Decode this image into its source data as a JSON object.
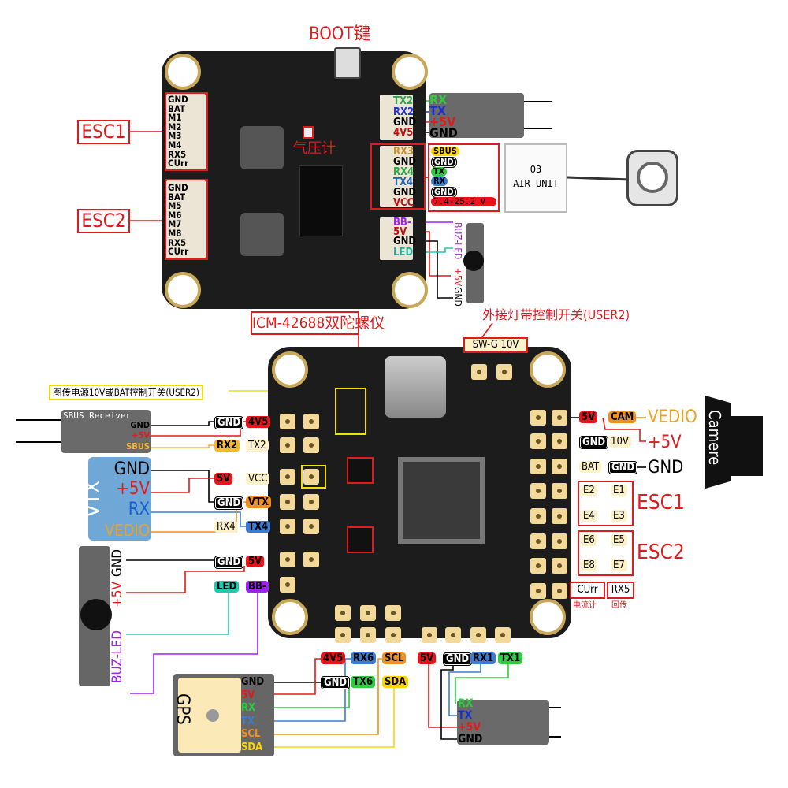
{
  "top_board": {
    "boot_label": "BOOT键",
    "baro_label": "气压计",
    "esc1": {
      "label": "ESC1",
      "pins": [
        "GND",
        "BAT",
        "M1",
        "M2",
        "M3",
        "M4",
        "RX5",
        "CUrr"
      ]
    },
    "esc2": {
      "label": "ESC2",
      "pins": [
        "GND",
        "BAT",
        "M5",
        "M6",
        "M7",
        "M8",
        "RX5",
        "CUrr"
      ]
    },
    "uart2_pins": [
      "TX2",
      "RX2",
      "GND",
      "4V5"
    ],
    "receiver_pins": [
      "RX",
      "TX",
      "+5V",
      "GND"
    ],
    "o3_pins": [
      "RX3",
      "GND",
      "RX4",
      "TX4",
      "GND",
      "VCC"
    ],
    "o3_wires": [
      "SBUS",
      "GND",
      "TX",
      "RX",
      "GND",
      "7.4-25.2 V"
    ],
    "o3_unit": {
      "line1": "O3",
      "line2": "AIR UNIT"
    },
    "buzzer_pins": [
      "BB-",
      "5V",
      "GND",
      "LED"
    ],
    "buzzer_labels": [
      "BUZ-LED",
      "+5V",
      "GND"
    ]
  },
  "bottom_board": {
    "gyro_label": "ICM-42688双陀螺仪",
    "led_switch_label": "外接灯带控制开关(USER2)",
    "sw_pads_label": "SW-G 10V",
    "vtx_switch_label": "图传电源10V或BAT控制开关(USER2)",
    "sbus_receiver": {
      "title": "SBUS Receiver",
      "pins": [
        "GND",
        "+5V",
        "SBUS"
      ]
    },
    "left_pads": [
      [
        "GND",
        "4V5"
      ],
      [
        "RX2",
        "TX2"
      ],
      [
        "5V",
        "VCC"
      ],
      [
        "GND",
        "VTX"
      ],
      [
        "RX4",
        "TX4"
      ],
      [
        "GND",
        "5V"
      ],
      [
        "LED",
        "BB-"
      ]
    ],
    "vtx": {
      "title": "VTX",
      "pins": [
        "GND",
        "+5V",
        "RX",
        "VEDIO"
      ]
    },
    "buzzer_labels": [
      "GND",
      "+5V",
      "BUZ-LED"
    ],
    "right_pads": [
      [
        "5V",
        "CAM"
      ],
      [
        "GND",
        "10V"
      ],
      [
        "BAT",
        "GND"
      ]
    ],
    "camera": {
      "title": "Camere",
      "pins": [
        "VEDIO",
        "+5V",
        "GND"
      ]
    },
    "esc1": {
      "label": "ESC1",
      "pads": [
        "E2",
        "E1",
        "E4",
        "E3"
      ]
    },
    "esc2": {
      "label": "ESC2",
      "pads": [
        "E6",
        "E5",
        "E8",
        "E7"
      ]
    },
    "curr": {
      "label": "CUrr",
      "sub": "电流计"
    },
    "rx5": {
      "label": "RX5",
      "sub": "回传"
    },
    "bottom_pads": [
      [
        "4V5",
        "RX6",
        "SCL"
      ],
      [
        "GND",
        "TX6",
        "SDA"
      ]
    ],
    "gps": {
      "title": "GPS",
      "pins": [
        "GND",
        "5V",
        "RX",
        "TX",
        "SCL",
        "SDA"
      ]
    },
    "uart1_pads": [
      "5V",
      "GND",
      "RX1",
      "TX1"
    ],
    "receiver_pins": [
      "RX",
      "TX",
      "+5V",
      "GND"
    ]
  },
  "colors": {
    "red": "#e8141c",
    "orange": "#f0901e",
    "blue": "#3a7bd5",
    "green": "#2ecc40",
    "yellow": "#ffd400",
    "purple": "#a020f0",
    "cyan": "#20c9b0"
  }
}
